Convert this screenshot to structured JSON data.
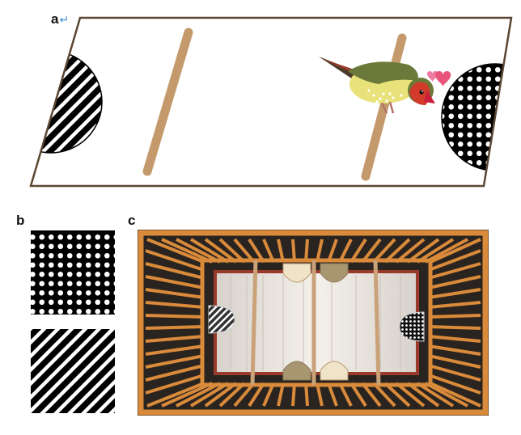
{
  "figure": {
    "panels": [
      {
        "id": "a",
        "label": "a",
        "return_mark": "↵"
      },
      {
        "id": "b",
        "label": "b"
      },
      {
        "id": "c",
        "label": "c"
      }
    ]
  },
  "colors": {
    "outline": "#5a4632",
    "perch": "#c49a6c",
    "heart": "#e8557a",
    "bird_back": "#6b7a3a",
    "bird_belly": "#e9e27a",
    "bird_head": "#d23a2a",
    "bird_beak": "#c81e3a",
    "cage_wood": "#d98a3a",
    "cage_floor": "#e9e4dc"
  }
}
